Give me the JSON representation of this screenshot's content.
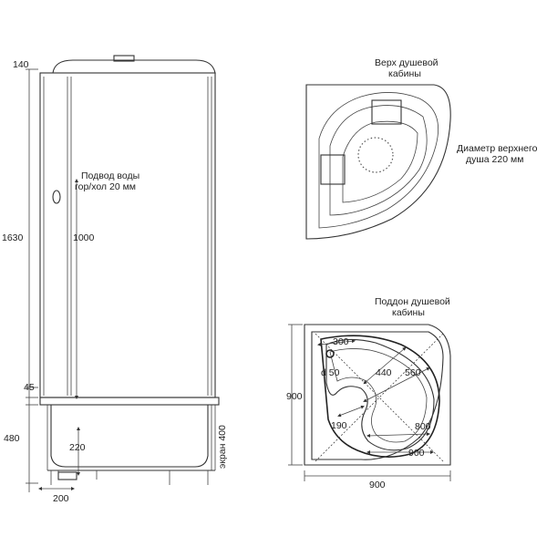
{
  "front_view": {
    "dim_top": "140",
    "dim_height": "1630",
    "dim_inner": "1000",
    "dim_45": "45",
    "dim_480": "480",
    "dim_220": "220",
    "dim_200": "200",
    "water_label_1": "Подвод воды",
    "water_label_2": "гор/хол 20 мм",
    "screen_label": "экран 400"
  },
  "top_view": {
    "title_1": "Верх душевой",
    "title_2": "кабины",
    "shower_label_1": "Диаметр верхнего",
    "shower_label_2": "душа 220 мм"
  },
  "tray_view": {
    "title_1": "Поддон душевой",
    "title_2": "кабины",
    "d300": "300",
    "d50": "d 50",
    "d440": "440",
    "d560": "560",
    "d190": "190",
    "d800": "800",
    "d900_inner": "900",
    "dim_side": "900",
    "dim_bottom": "900"
  }
}
